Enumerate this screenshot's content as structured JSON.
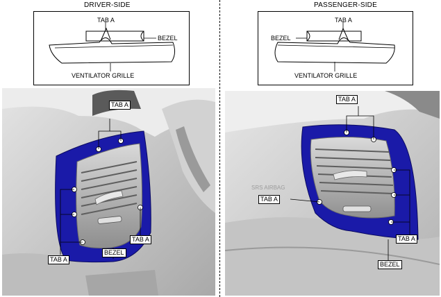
{
  "driver": {
    "heading": "DRIVER-SIDE",
    "inset": {
      "tab": "TAB A",
      "bezel": "BEZEL",
      "grille": "VENTILATOR GRILLE"
    },
    "photo": {
      "tab_top": "TAB A",
      "tab_right": "TAB A",
      "tab_left": "TAB A",
      "bezel": "BEZEL"
    }
  },
  "passenger": {
    "heading": "PASSENGER-SIDE",
    "inset": {
      "tab": "TAB A",
      "bezel": "BEZEL",
      "grille": "VENTILATOR GRILLE"
    },
    "photo": {
      "tab_top": "TAB A",
      "tab_left": "TAB A",
      "tab_right": "TAB A",
      "bezel": "BEZEL"
    }
  },
  "colors": {
    "bezel_blue": "#1a1aa8",
    "panel_gray": "#c8c8c8"
  }
}
